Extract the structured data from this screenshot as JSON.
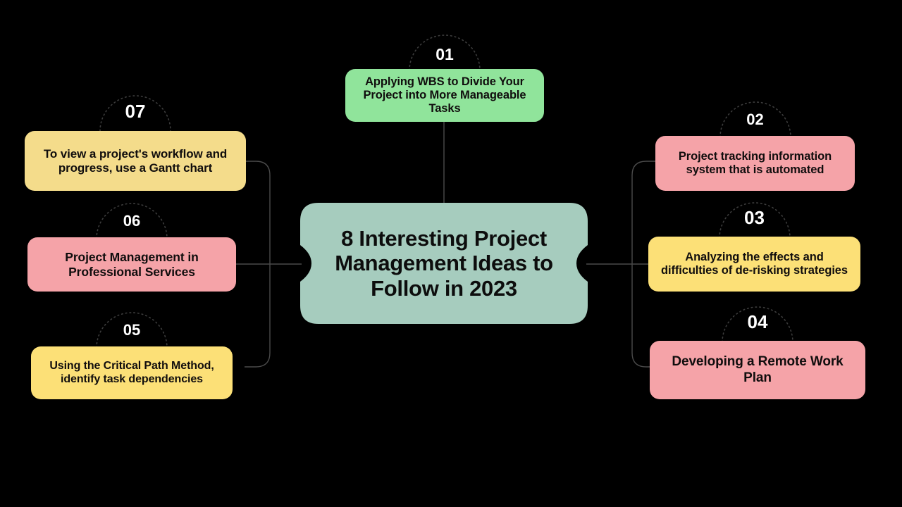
{
  "diagram": {
    "type": "mind-map",
    "background_color": "#000000",
    "connector_color": "#4a4a4a",
    "arc_color": "#3c3c3c",
    "number_color": "#ffffff",
    "text_color": "#100d0d",
    "center": {
      "title": "8 Interesting Project Management Ideas to Follow in 2023",
      "color": "#a6ccbe",
      "name": "central-topic"
    },
    "branches": [
      {
        "number": "01",
        "label": "Applying WBS to Divide Your Project into More Manageable Tasks",
        "color": "#90e49b",
        "side": "top"
      },
      {
        "number": "02",
        "label": "Project tracking information system that is automated",
        "color": "#f5a3a8",
        "side": "right"
      },
      {
        "number": "03",
        "label": "Analyzing the effects and difficulties of de-risking strategies",
        "color": "#fce077",
        "side": "right"
      },
      {
        "number": "04",
        "label": "Developing a Remote Work Plan",
        "color": "#f5a3a8",
        "side": "right"
      },
      {
        "number": "05",
        "label": "Using the Critical Path Method, identify task dependencies",
        "color": "#fce077",
        "side": "left"
      },
      {
        "number": "06",
        "label": "Project Management in Professional Services",
        "color": "#f5a3a8",
        "side": "left"
      },
      {
        "number": "07",
        "label": "To view a project's workflow and progress, use a Gantt chart",
        "color": "#f4dc8b",
        "side": "left"
      }
    ]
  }
}
